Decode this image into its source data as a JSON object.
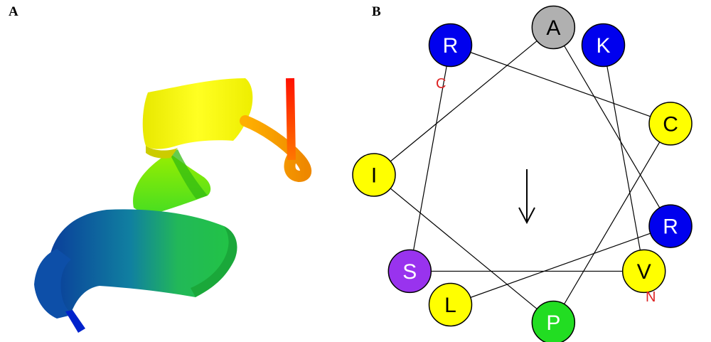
{
  "panels": {
    "a": {
      "label": "A"
    },
    "b": {
      "label": "B"
    }
  },
  "helical_wheel": {
    "residues": [
      {
        "letter": "L",
        "color": "#ffff00",
        "text_color": "#000000"
      },
      {
        "letter": "R",
        "color": "#0000ee",
        "text_color": "#ffffff"
      },
      {
        "letter": "A",
        "color": "#b0b0b0",
        "text_color": "#000000"
      },
      {
        "letter": "I",
        "color": "#ffff00",
        "text_color": "#000000"
      },
      {
        "letter": "P",
        "color": "#22dd22",
        "text_color": "#ffffff"
      },
      {
        "letter": "C",
        "color": "#ffff00",
        "text_color": "#000000"
      },
      {
        "letter": "R",
        "color": "#0000ee",
        "text_color": "#ffffff"
      },
      {
        "letter": "S",
        "color": "#9933ee",
        "text_color": "#ffffff"
      },
      {
        "letter": "V",
        "color": "#ffff00",
        "text_color": "#000000"
      },
      {
        "letter": "K",
        "color": "#0000ee",
        "text_color": "#ffffff"
      }
    ],
    "n_terminus_label": "N",
    "c_terminus_label": "C",
    "terminus_color": "#dd2222",
    "moment_arrow": "down"
  },
  "ribbon_colors": [
    "#0033aa",
    "#0099aa",
    "#22cc44",
    "#88ee00",
    "#ffff00",
    "#ffaa00",
    "#ff2200"
  ]
}
